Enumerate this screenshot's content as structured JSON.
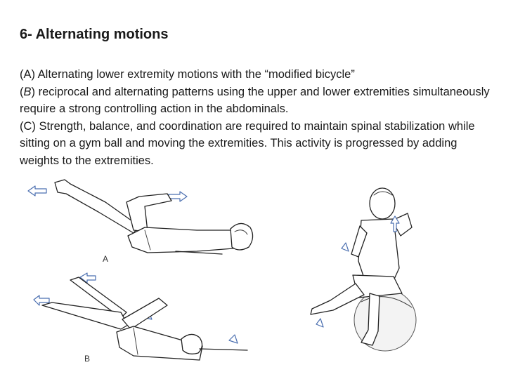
{
  "slide": {
    "title": "6- Alternating motions",
    "paragraphs": [
      {
        "prefix": "(A) ",
        "emph": "",
        "text": "Alternating lower extremity motions with the “modified bicycle”"
      },
      {
        "prefix": "(",
        "emph": "B",
        "text": ") reciprocal and alternating patterns using the upper and lower extremities simultaneously require a strong controlling action in the abdominals."
      },
      {
        "prefix": "(C) ",
        "emph": "",
        "text": "Strength, balance, and coordination are required to maintain spinal stabilization while sitting on a gym ball and moving the extremities. This activity is progressed by adding weights to the extremities."
      }
    ],
    "figure_labels": {
      "a": "A",
      "b": "B"
    },
    "arrow_color": "#4b6fb0"
  }
}
